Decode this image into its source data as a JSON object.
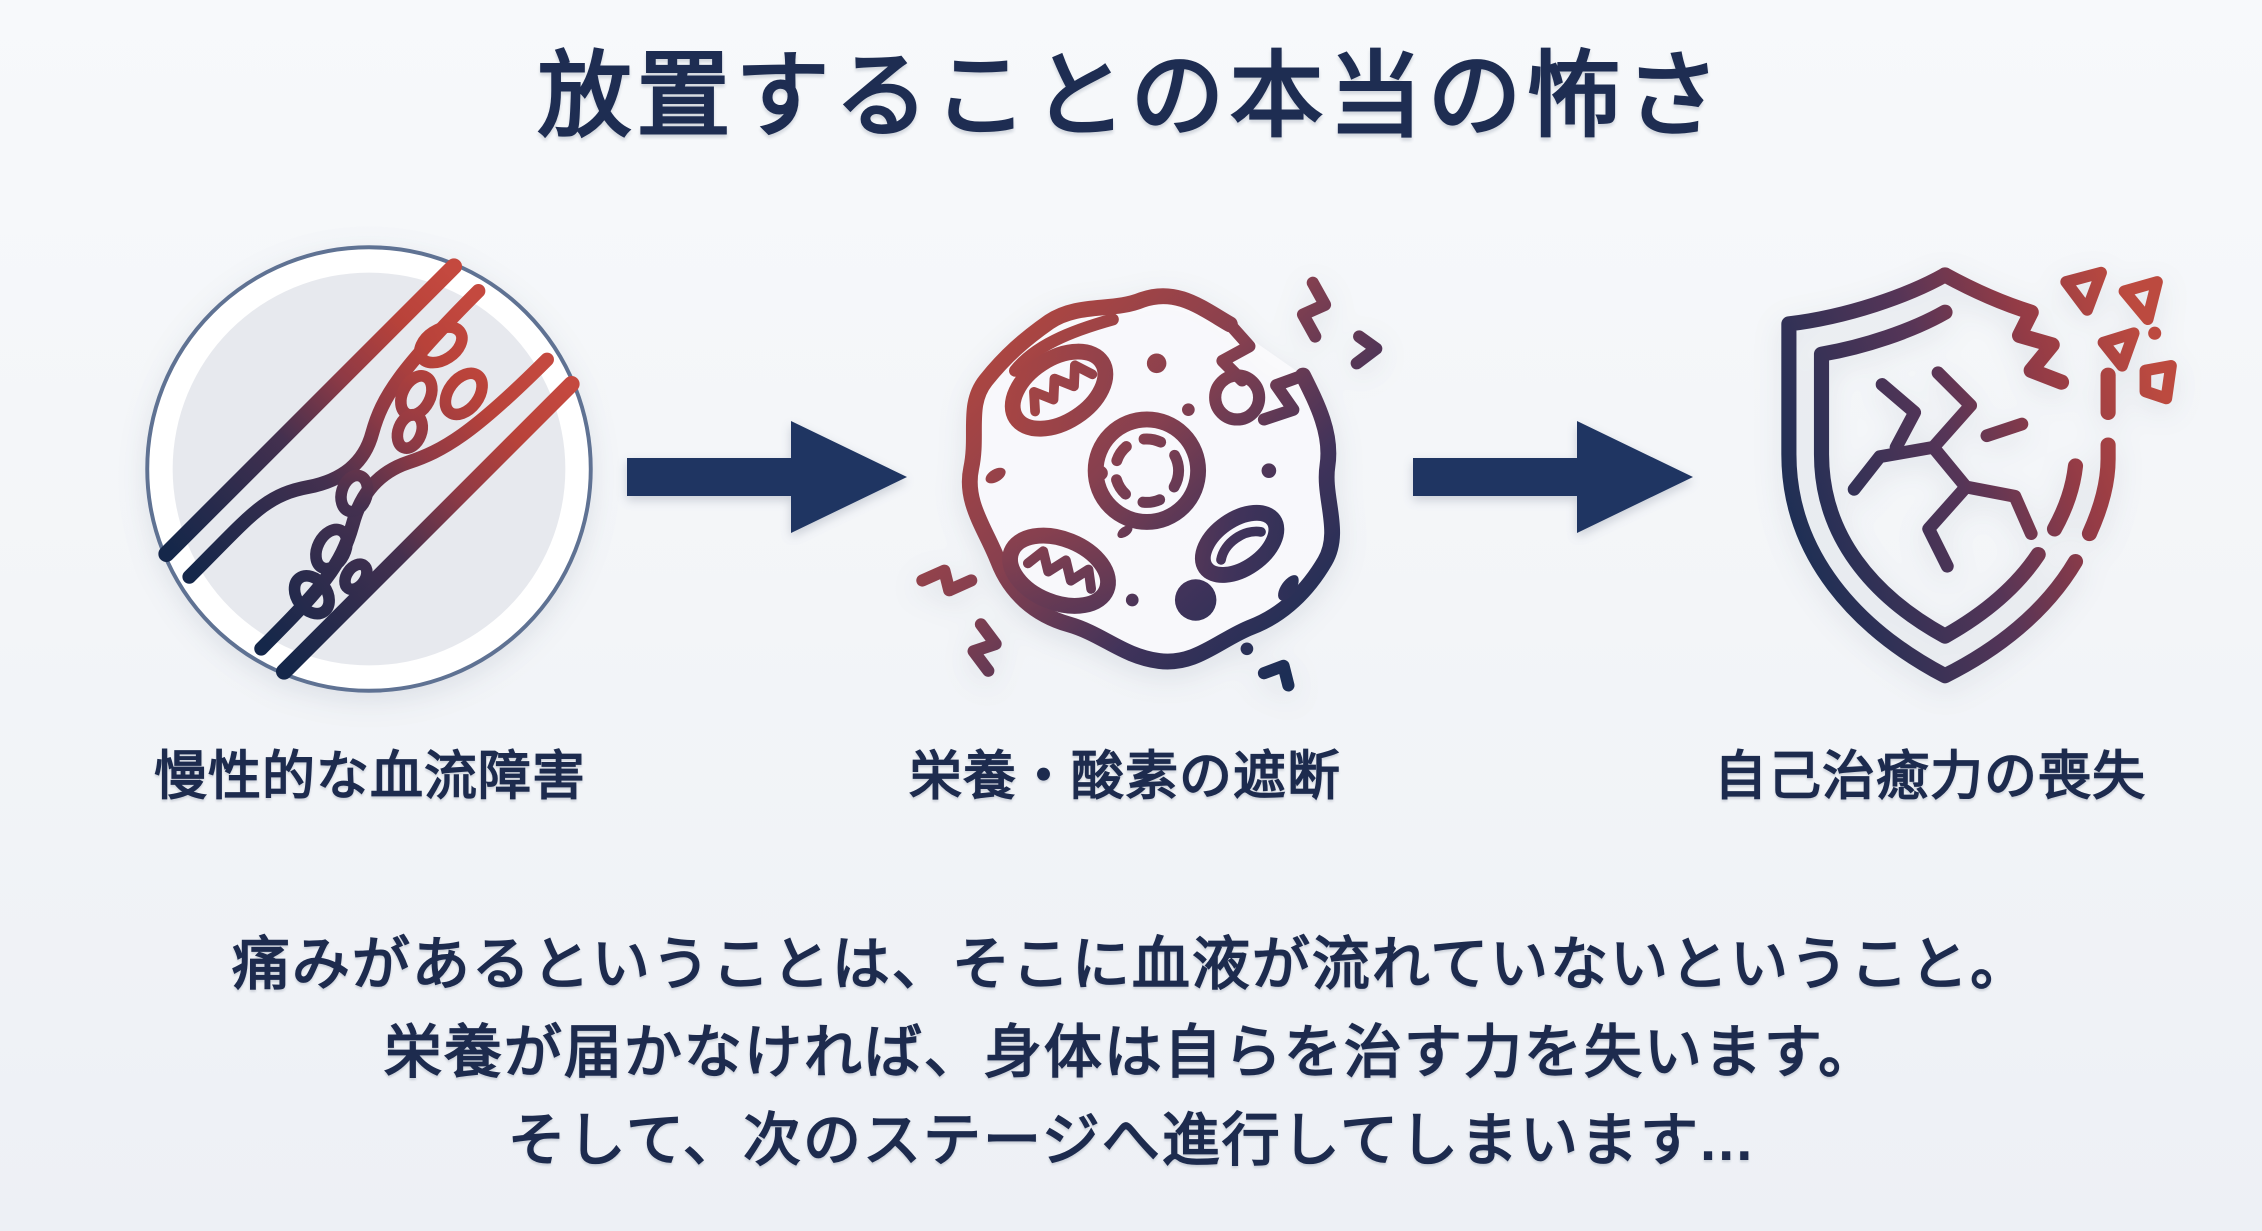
{
  "page": {
    "title": "放置することの本当の怖さ",
    "background_color": "#f3f5f8",
    "text_color": "#1d2b4e"
  },
  "flow": {
    "arrow_color": "#1f3562",
    "accent_navy": "#1c2e55",
    "accent_red": "#b5473e",
    "steps": [
      {
        "icon": "blocked-blood-vessel-icon",
        "label": "慢性的な血流障害"
      },
      {
        "icon": "starved-cell-icon",
        "label": "栄養・酸素の遮断"
      },
      {
        "icon": "broken-shield-icon",
        "label": "自己治癒力の喪失"
      }
    ]
  },
  "body": {
    "lines": [
      "痛みがあるということは、そこに血液が流れていないということ。",
      "栄養が届かなければ、身体は自らを治す力を失います。",
      "そして、次のステージへ進行してしまいます..."
    ]
  }
}
